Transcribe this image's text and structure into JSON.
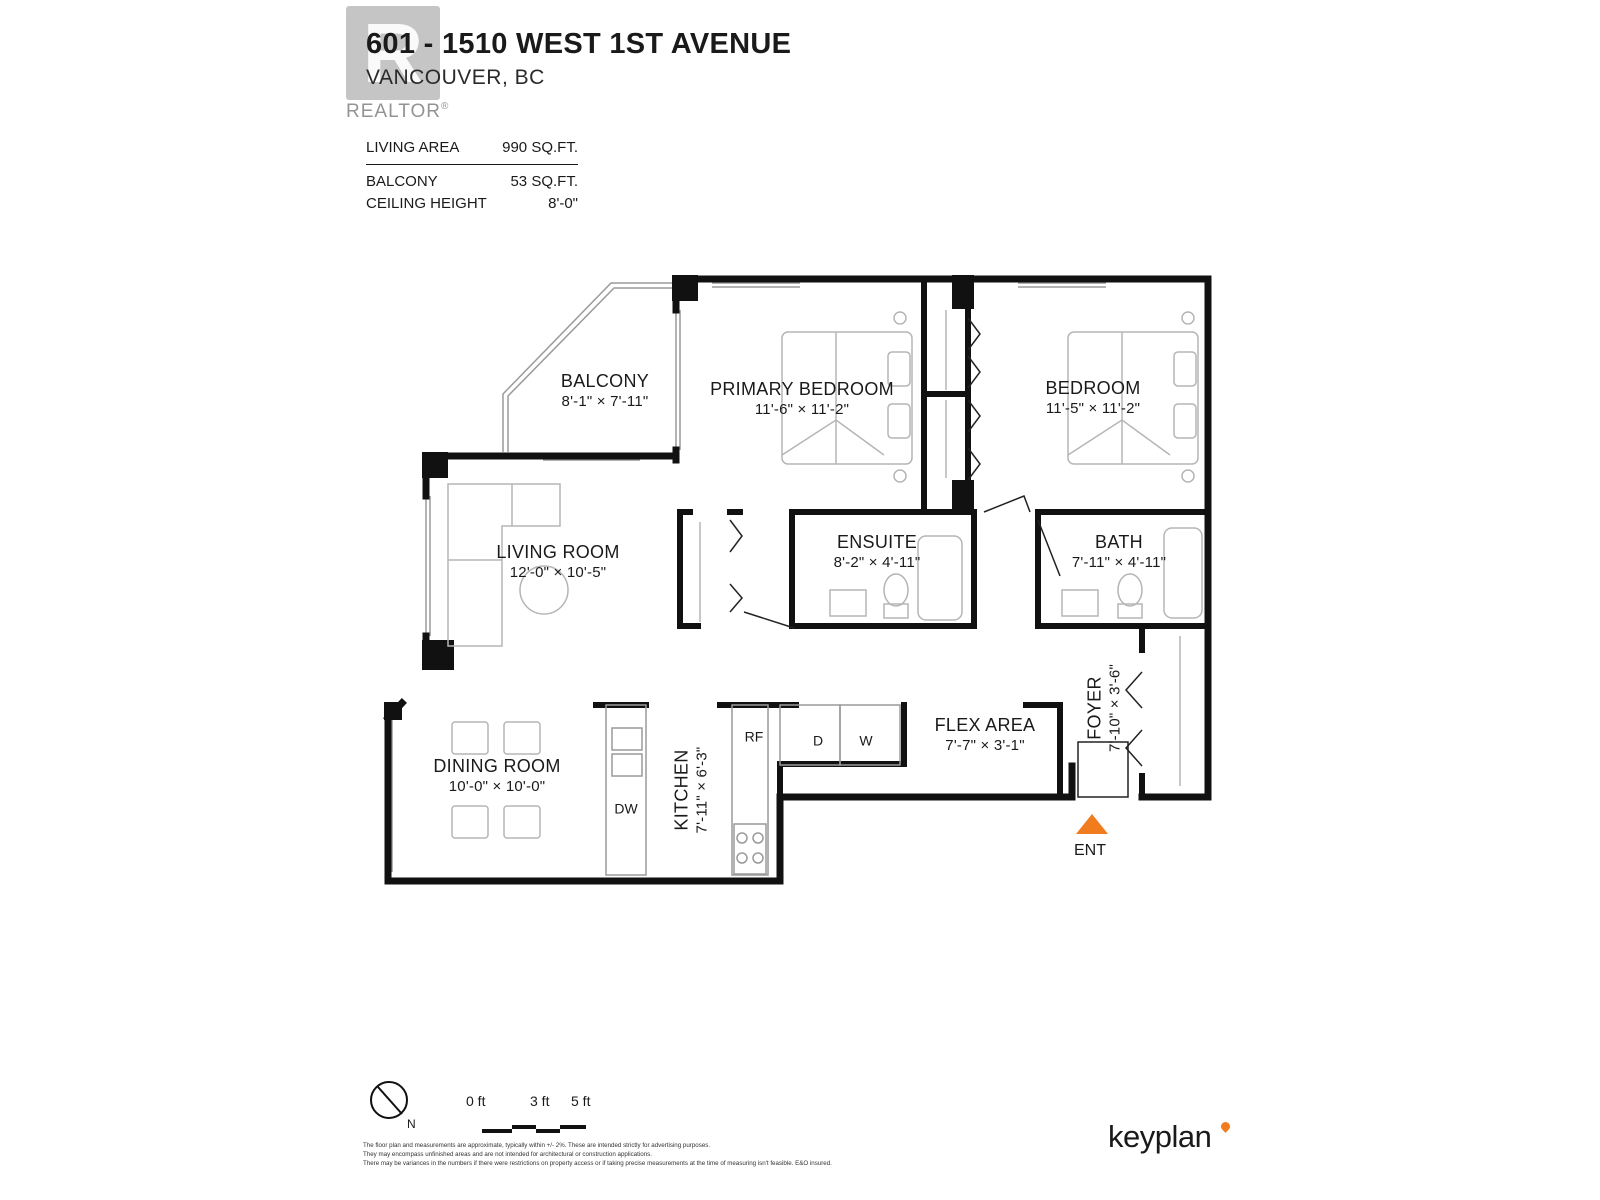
{
  "header": {
    "title": "601 - 1510 WEST 1ST AVENUE",
    "subtitle": "VANCOUVER, BC",
    "watermark_text": "REALTOR",
    "watermark_mark": "®"
  },
  "stats": {
    "main": {
      "label": "LIVING AREA",
      "value": "990 SQ.FT."
    },
    "rows": [
      {
        "label": "BALCONY",
        "value": "53 SQ.FT."
      },
      {
        "label": "CEILING HEIGHT",
        "value": "8'-0\""
      }
    ]
  },
  "rooms": {
    "balcony": {
      "name": "BALCONY",
      "dims": "8'-1\"  ×  7'-11\""
    },
    "primary_bedroom": {
      "name": "PRIMARY BEDROOM",
      "dims": "11'-6\"  ×  11'-2\""
    },
    "bedroom": {
      "name": "BEDROOM",
      "dims": "11'-5\"  ×  11'-2\""
    },
    "living_room": {
      "name": "LIVING ROOM",
      "dims": "12'-0\"  ×  10'-5\""
    },
    "ensuite": {
      "name": "ENSUITE",
      "dims": "8'-2\"  ×  4'-11\""
    },
    "bath": {
      "name": "BATH",
      "dims": "7'-11\"  ×  4'-11\""
    },
    "dining_room": {
      "name": "DINING ROOM",
      "dims": "10'-0\"  ×  10'-0\""
    },
    "kitchen": {
      "name": "KITCHEN",
      "dims": "7'-11\"  ×  6'-3\""
    },
    "flex_area": {
      "name": "FLEX AREA",
      "dims": "7'-7\"  ×  3'-1\""
    },
    "foyer": {
      "name": "FOYER",
      "dims": "7'-10\"  ×  3'-6\""
    }
  },
  "appliances": {
    "refrigerator": "RF",
    "dryer": "D",
    "washer": "W",
    "dishwasher": "DW"
  },
  "entrance_label": "ENT",
  "scale": {
    "zero": "0 ft",
    "three": "3 ft",
    "five": "5 ft"
  },
  "north_label": "N",
  "disclaimer": [
    "The floor plan and measurements are approximate, typically within +/- 2%. These are intended strictly for advertising purposes.",
    "They may encompass unfinished areas and are not intended for architectural or construction applications.",
    "There may be variances in the numbers if there were restrictions on property access or if taking precise measurements at the time of measuring isn't feasible. E&O insured."
  ],
  "brand": "keyplan",
  "colors": {
    "wall": "#111111",
    "fixture": "#b5b5b5",
    "entrance_marker": "#f07c1e",
    "text": "#1a1a1a"
  }
}
